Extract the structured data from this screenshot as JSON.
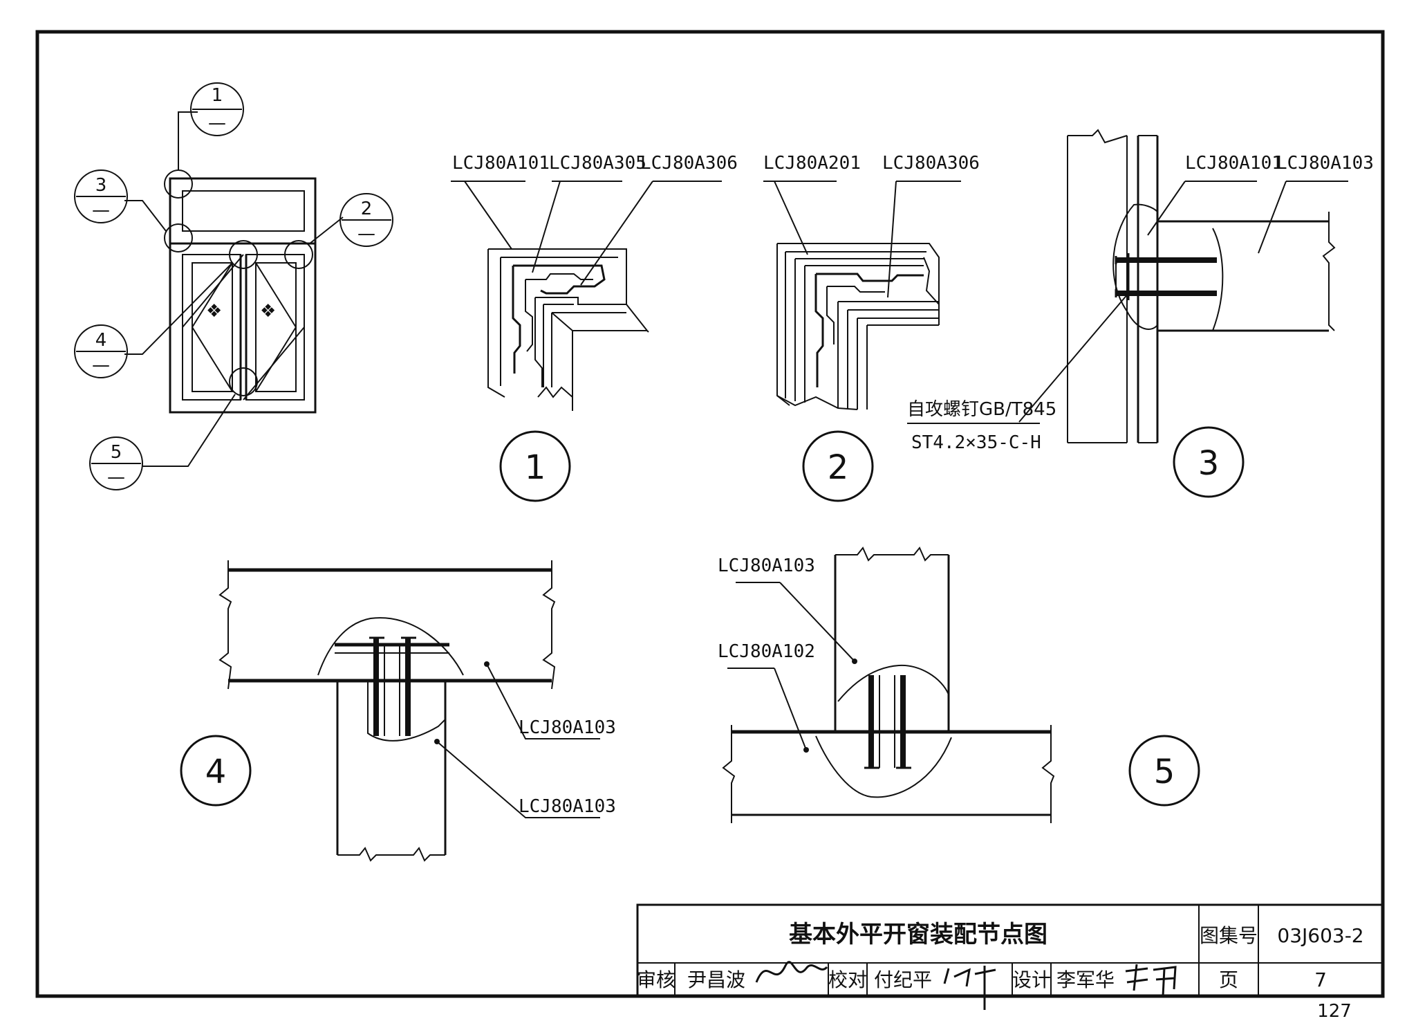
{
  "details": {
    "d1": {
      "number": "1",
      "labels": [
        "LCJ80A101",
        "LCJ80A305",
        "LCJ80A306"
      ]
    },
    "d2": {
      "number": "2",
      "labels": [
        "LCJ80A201",
        "LCJ80A306"
      ]
    },
    "d3": {
      "number": "3",
      "labels": [
        "LCJ80A101",
        "LCJ80A103"
      ],
      "screw_line1": "自攻螺钉GB/T845",
      "screw_line2": "ST4.2×35-C-H"
    },
    "d4": {
      "number": "4",
      "labels": [
        "LCJ80A103",
        "LCJ80A103"
      ]
    },
    "d5": {
      "number": "5",
      "labels": [
        "LCJ80A103",
        "LCJ80A102"
      ]
    }
  },
  "key_plan": {
    "callouts": [
      {
        "number": "1",
        "sub": "—"
      },
      {
        "number": "2",
        "sub": "—"
      },
      {
        "number": "3",
        "sub": "—"
      },
      {
        "number": "4",
        "sub": "—"
      },
      {
        "number": "5",
        "sub": "—"
      }
    ]
  },
  "title_block": {
    "title": "基本外平开窗装配节点图",
    "atlas_label": "图集号",
    "atlas_number": "03J603-2",
    "review_label": "审核",
    "review_name": "尹昌波",
    "check_label": "校对",
    "check_name": "付纪平",
    "design_label": "设计",
    "design_name": "李军华",
    "page_label": "页",
    "page_value": "7"
  },
  "sheet_page_number": "127"
}
